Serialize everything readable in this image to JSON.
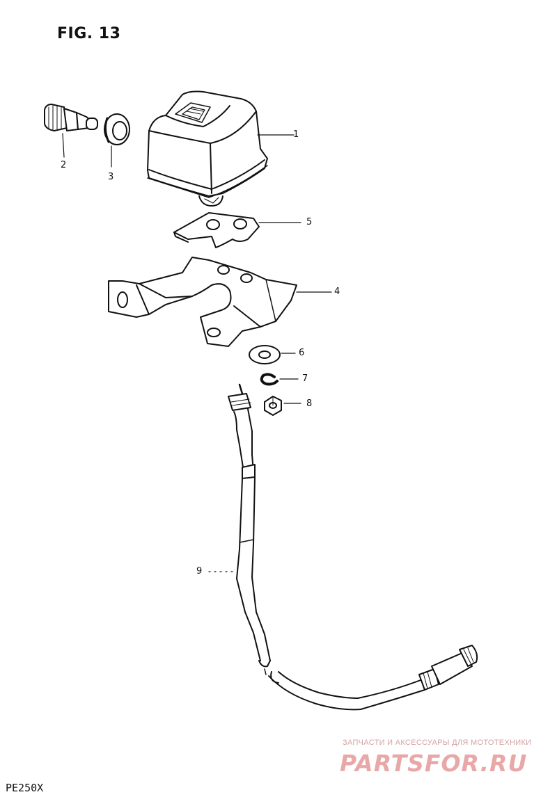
{
  "figure": {
    "title": "FIG. 13",
    "model": "PE250X"
  },
  "callouts": [
    {
      "id": "1",
      "label": "1"
    },
    {
      "id": "2",
      "label": "2"
    },
    {
      "id": "3",
      "label": "3"
    },
    {
      "id": "4",
      "label": "4"
    },
    {
      "id": "5",
      "label": "5"
    },
    {
      "id": "6",
      "label": "6"
    },
    {
      "id": "7",
      "label": "7"
    },
    {
      "id": "8",
      "label": "8"
    },
    {
      "id": "9",
      "label": "9"
    }
  ],
  "watermark": {
    "tagline": "ЗАПЧАСТИ И АКСЕССУАРЫ ДЛЯ МОТОТЕХНИКИ",
    "brand": "PARTSFOR.RU"
  }
}
